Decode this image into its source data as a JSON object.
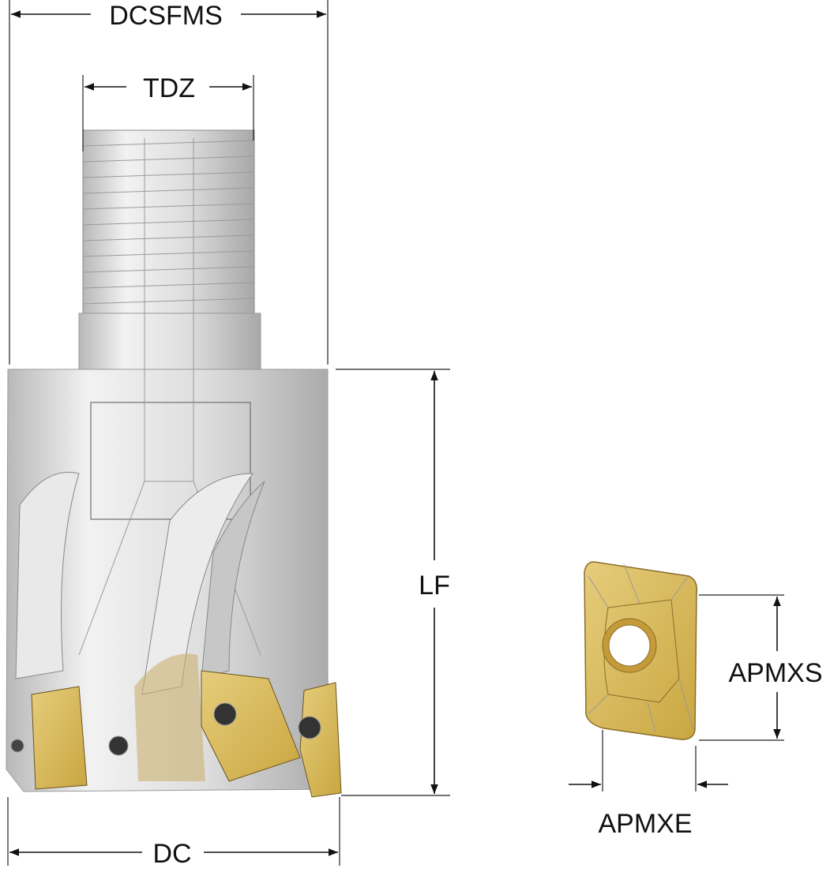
{
  "dimensions": {
    "dcsfms": "DCSFMS",
    "tdz": "TDZ",
    "lf": "LF",
    "dc": "DC",
    "apmxs": "APMXS",
    "apmxe": "APMXE"
  },
  "colors": {
    "body": "#d9d9d9",
    "insert": "#d8b95a",
    "line": "#111111"
  }
}
